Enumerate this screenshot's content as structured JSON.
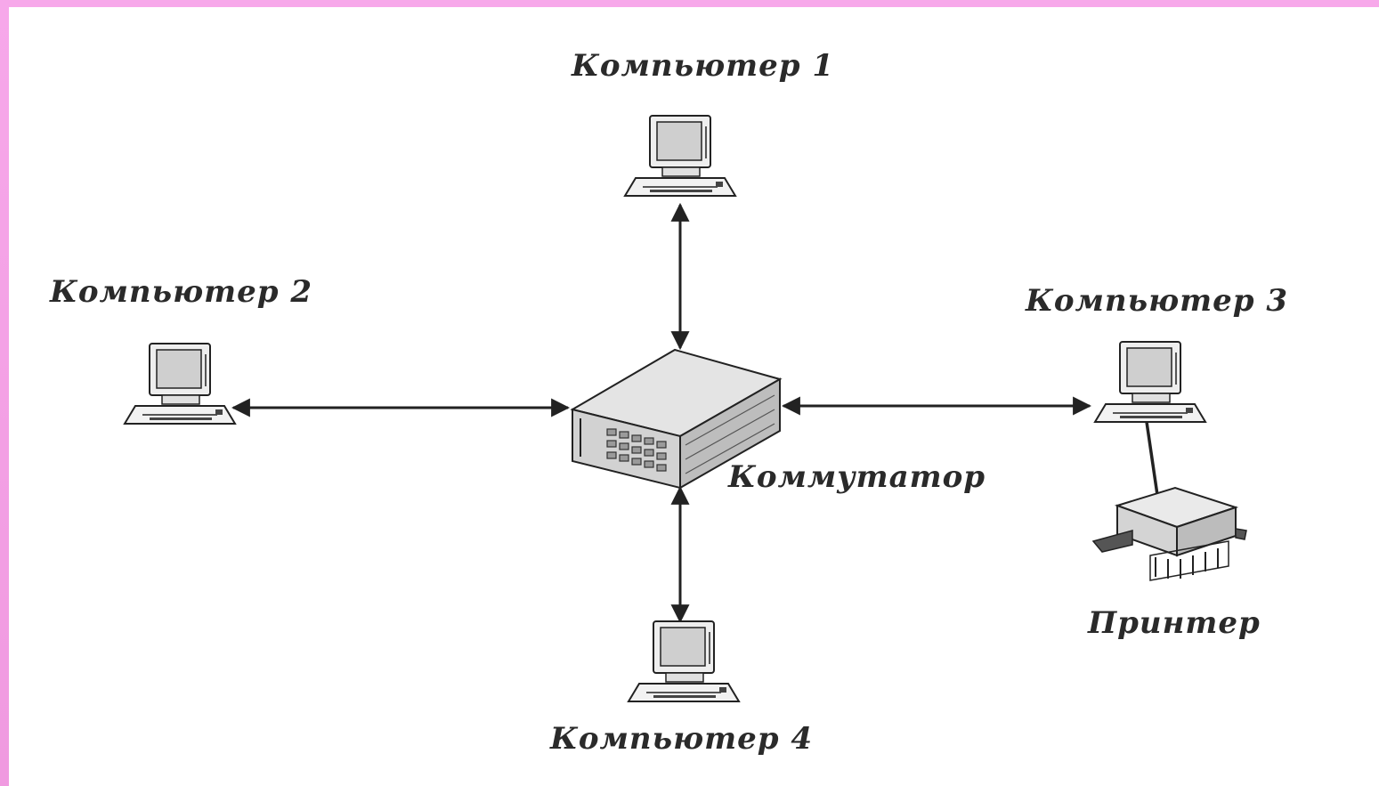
{
  "nodes": {
    "computer1": {
      "label": "Компьютер 1"
    },
    "computer2": {
      "label": "Компьютер 2"
    },
    "computer3": {
      "label": "Компьютер 3"
    },
    "computer4": {
      "label": "Компьютер 4"
    },
    "switch": {
      "label": "Коммутатор"
    },
    "printer": {
      "label": "Принтер"
    }
  },
  "edges": [
    {
      "from": "computer1",
      "to": "switch",
      "type": "bidirectional-arrow"
    },
    {
      "from": "computer2",
      "to": "switch",
      "type": "bidirectional-arrow"
    },
    {
      "from": "computer3",
      "to": "switch",
      "type": "bidirectional-arrow"
    },
    {
      "from": "computer4",
      "to": "switch",
      "type": "bidirectional-arrow"
    },
    {
      "from": "computer3",
      "to": "printer",
      "type": "line"
    }
  ],
  "colors": {
    "background": "#ffffff",
    "frame": "#f4a2e6",
    "stroke": "#222222",
    "fill": "#d6d6d6"
  }
}
